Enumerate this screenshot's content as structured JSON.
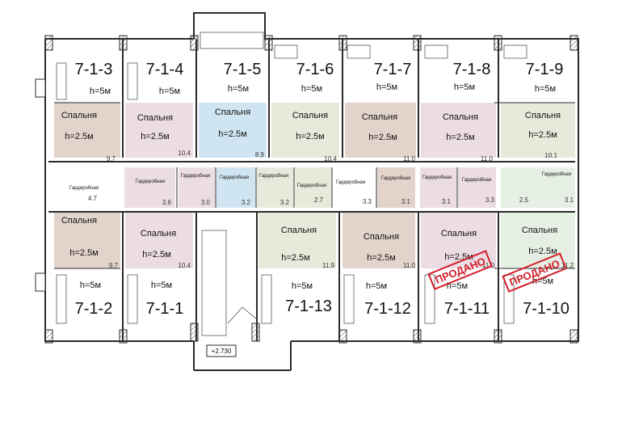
{
  "colors": {
    "wall": "#2b2b2b",
    "hatch": "#555555",
    "bedroom_brown": "#e3d4cb",
    "bedroom_pink": "#ecdce3",
    "bedroom_olive": "#e7eadb",
    "bedroom_blue": "#cfe6f2",
    "bedroom_green": "#e6efe3",
    "sold_stamp": "#d4202c"
  },
  "labels": {
    "bedroom": "Спальня",
    "bedroom_height": "h=2.5м",
    "wardrobe": "Гардеробная",
    "unit_height": "h=5м",
    "sold": "ПРОДАНО",
    "elevation": "+2.730"
  },
  "top_units": [
    "7-1-3",
    "7-1-4",
    "7-1-5",
    "7-1-6",
    "7-1-7",
    "7-1-8",
    "7-1-9"
  ],
  "bottom_units": [
    "7-1-2",
    "7-1-1",
    "7-1-13",
    "7-1-12",
    "7-1-11",
    "7-1-10"
  ],
  "area_values": [
    "9.7",
    "10.4",
    "8.9",
    "10.4",
    "11.0",
    "11.0",
    "10.1",
    "4.7",
    "3.6",
    "3.0",
    "3.2",
    "3.2",
    "2.7",
    "3.3",
    "3.1",
    "3.1",
    "3.3",
    "2.5",
    "3.1",
    "9.7",
    "10.4",
    "11.9",
    "11.0",
    "11.0",
    "11.2"
  ]
}
